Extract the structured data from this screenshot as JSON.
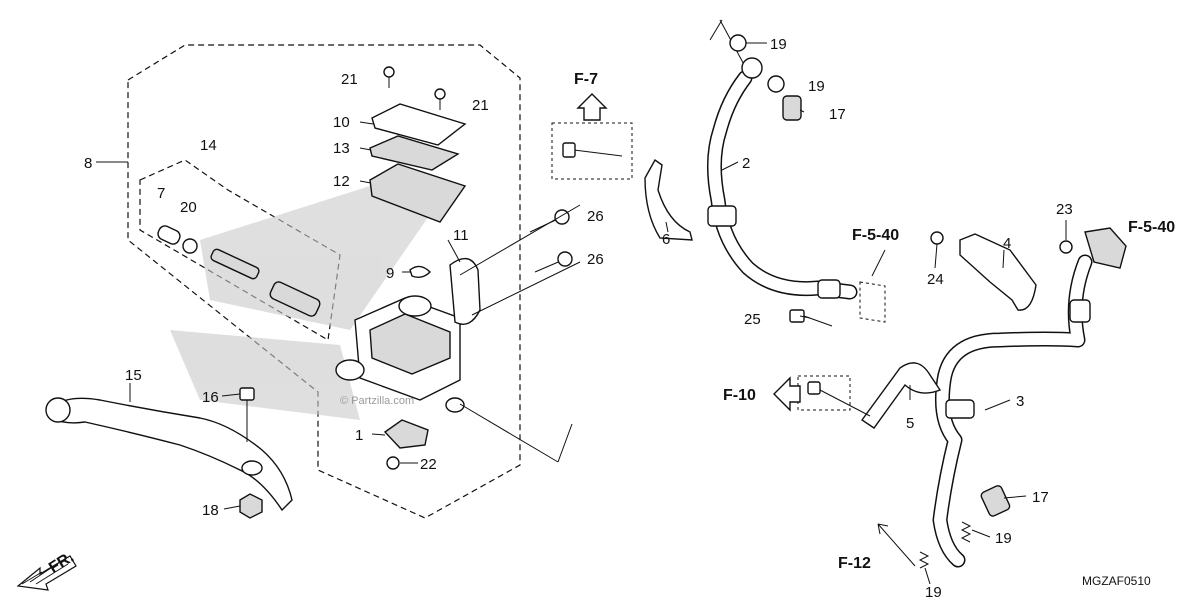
{
  "diagram": {
    "part_labels": {
      "p1": "1",
      "p2": "2",
      "p3": "3",
      "p4": "4",
      "p5": "5",
      "p6": "6",
      "p7": "7",
      "p8": "8",
      "p9": "9",
      "p10": "10",
      "p11": "11",
      "p12": "12",
      "p13": "13",
      "p14": "14",
      "p15": "15",
      "p16": "16",
      "p17": "17",
      "p18": "18",
      "p19": "19",
      "p20": "20",
      "p21": "21",
      "p22": "22",
      "p23": "23",
      "p24": "24",
      "p25": "25",
      "p26": "26"
    },
    "references": {
      "f7": "F-7",
      "f540": "F-5-40",
      "f10": "F-10",
      "f12": "F-12"
    },
    "direction_label": "FR.",
    "diagram_code": "MGZAF0510",
    "watermark": "© Partzilla.com"
  }
}
